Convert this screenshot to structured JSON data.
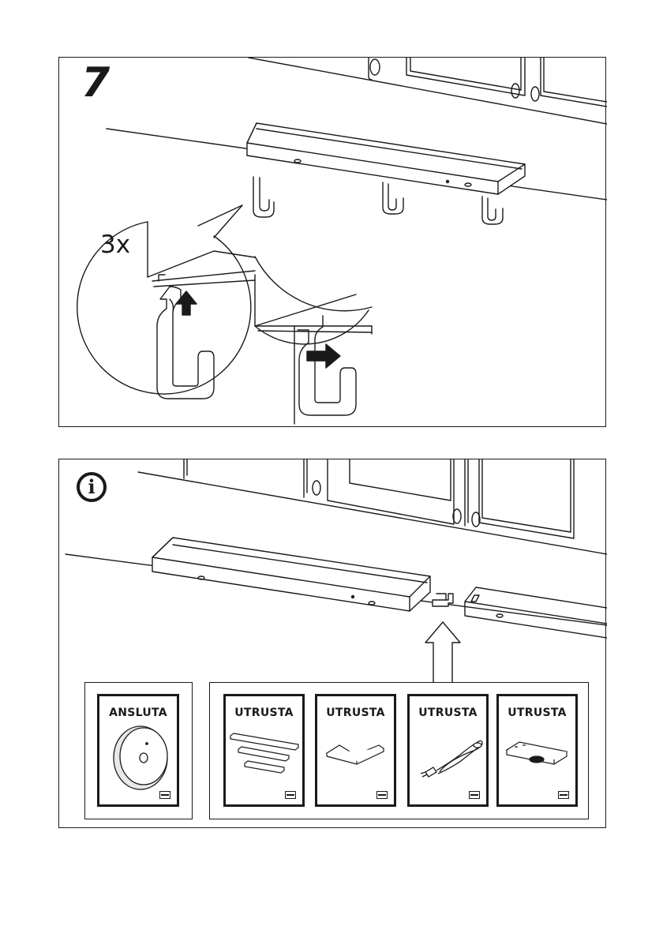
{
  "step": {
    "number": "7",
    "count_label": "3x"
  },
  "info": {
    "icon": "info-icon",
    "icon_glyph": "i"
  },
  "booklets": [
    {
      "title": "ANSLUTA",
      "depicts": "round-hub-icon"
    },
    {
      "title": "UTRUSTA",
      "depicts": "light-bars-icon"
    },
    {
      "title": "UTRUSTA",
      "depicts": "corner-connector-icon"
    },
    {
      "title": "UTRUSTA",
      "depicts": "power-cord-icon"
    },
    {
      "title": "UTRUSTA",
      "depicts": "driver-box-icon"
    }
  ]
}
